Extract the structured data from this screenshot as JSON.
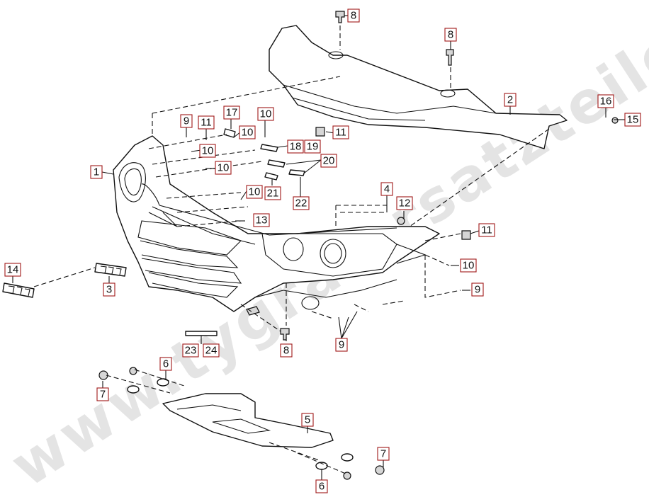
{
  "watermark": "www.tygra-ersatzteile.de",
  "labels": {
    "l1": "1",
    "l2": "2",
    "l3": "3",
    "l4": "4",
    "l5": "5",
    "l6a": "6",
    "l6b": "6",
    "l7a": "7",
    "l7b": "7",
    "l8a": "8",
    "l8b": "8",
    "l8c": "8",
    "l9a": "9",
    "l9b": "9",
    "l9c": "9",
    "l10a": "10",
    "l10b": "10",
    "l10c": "10",
    "l10d": "10",
    "l10e": "10",
    "l10f": "10",
    "l11a": "11",
    "l11b": "11",
    "l11c": "11",
    "l12": "12",
    "l13": "13",
    "l14": "14",
    "l15": "15",
    "l16": "16",
    "l17": "17",
    "l18": "18",
    "l19": "19",
    "l20": "20",
    "l21": "21",
    "l22": "22",
    "l23": "23",
    "l24": "24"
  }
}
